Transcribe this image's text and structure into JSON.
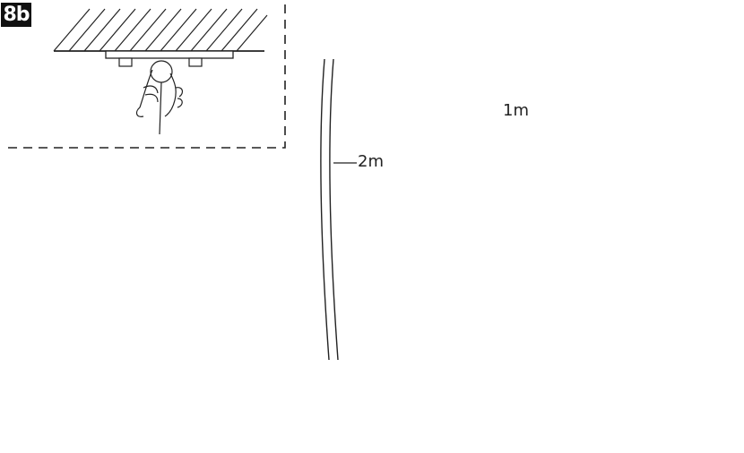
{
  "figure": {
    "step_label": "8b",
    "labels": {
      "wire_length": "1m",
      "cable_length": "2m"
    },
    "icons": [
      "ceiling-hatch-icon",
      "hand-icon",
      "carabiner-hook-icon",
      "eyebolt-icon",
      "suspension-wire-icon",
      "power-cable-icon",
      "down-arrow-icon",
      "light-fixture-icon"
    ],
    "colors": {
      "line": "#222222",
      "eyebolt_highlight": "#b8b8b8",
      "hook_fill": "#c8c8c8"
    }
  }
}
